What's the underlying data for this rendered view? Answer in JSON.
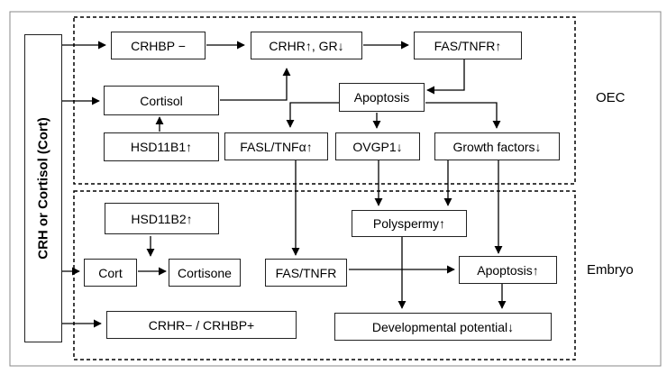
{
  "left_label": "CRH or Cortisol (Cort)",
  "regions": {
    "oec": "OEC",
    "embryo": "Embryo"
  },
  "nodes": {
    "crhbp_minus": "CRHBP −",
    "crhr_gr": "CRHR↑, GR↓",
    "fas_tnfr_up": "FAS/TNFR↑",
    "cortisol": "Cortisol",
    "apoptosis": "Apoptosis",
    "hsd11b1": "HSD11B1↑",
    "fasl_tnfa": "FASL/TNFα↑",
    "ovgp1": "OVGP1↓",
    "growth_factors": "Growth factors↓",
    "hsd11b2": "HSD11B2↑",
    "polyspermy": "Polyspermy↑",
    "cort": "Cort",
    "cortisone": "Cortisone",
    "fas_tnfr": "FAS/TNFR",
    "apoptosis_up": "Apoptosis↑",
    "crhr_crhbp": "CRHR− / CRHBP+",
    "dev_potential": "Developmental potential↓"
  }
}
